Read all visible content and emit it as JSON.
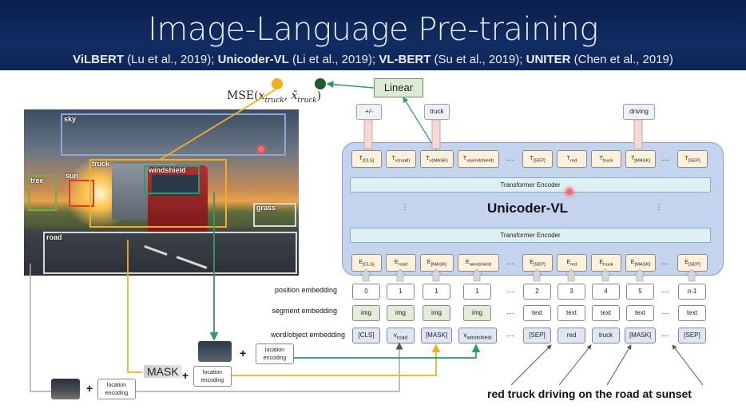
{
  "header": {
    "title": "Image-Language Pre-training",
    "refs": [
      {
        "model": "ViLBERT",
        "cite": "(Lu et al., 2019);"
      },
      {
        "model": "Unicoder-VL",
        "cite": "(Li et al., 2019);"
      },
      {
        "model": "VL-BERT",
        "cite": "(Su et al., 2019);"
      },
      {
        "model": "UNITER",
        "cite": "(Chen et al., 2019)"
      }
    ]
  },
  "image": {
    "regions": [
      "sky",
      "tree",
      "sun",
      "truck",
      "windshield",
      "grass",
      "road"
    ]
  },
  "model": {
    "name": "Unicoder-VL",
    "encoder_top": "Transformer Encoder",
    "encoder_bottom": "Transformer Encoder",
    "linear_label": "Linear",
    "mse_label": "MSE(",
    "mse_args": "x",
    "mse_sub1": "truck",
    "mse_sep": ", x̄",
    "mse_sub2": "truck",
    "mse_close": ")"
  },
  "outputs": {
    "plusminus": "+/-",
    "truck": "truck",
    "driving": "driving"
  },
  "top_tokens": [
    {
      "main": "T",
      "sub": "[CLS]"
    },
    {
      "main": "T",
      "sub": "v(road)"
    },
    {
      "main": "T",
      "sub": "v(MASK)"
    },
    {
      "main": "T",
      "sub": "v(windshield)"
    },
    {
      "main": "T",
      "sub": "[SEP]"
    },
    {
      "main": "T",
      "sub": "red"
    },
    {
      "main": "T",
      "sub": "truck"
    },
    {
      "main": "T",
      "sub": "[MASK]"
    },
    {
      "main": "T",
      "sub": "[SEP]"
    }
  ],
  "emb_tokens": [
    {
      "main": "E",
      "sub": "[CLS]"
    },
    {
      "main": "E",
      "sub": "road"
    },
    {
      "main": "E",
      "sub": "[MASK]"
    },
    {
      "main": "E",
      "sub": "windshield"
    },
    {
      "main": "E",
      "sub": "[SEP]"
    },
    {
      "main": "E",
      "sub": "red"
    },
    {
      "main": "E",
      "sub": "truck"
    },
    {
      "main": "E",
      "sub": "[MASK]"
    },
    {
      "main": "E",
      "sub": "[SEP]"
    }
  ],
  "rows": {
    "position_label": "position embedding",
    "segment_label": "segment embedding",
    "word_label": "word/object embedding",
    "position": [
      "0",
      "1",
      "1",
      "1",
      "2",
      "3",
      "4",
      "5",
      "n-1"
    ],
    "segment": [
      "img",
      "img",
      "img",
      "img",
      "text",
      "text",
      "text",
      "text",
      "text"
    ],
    "word": [
      {
        "main": "[CLS]",
        "sub": ""
      },
      {
        "main": "v",
        "sub": "road"
      },
      {
        "main": "[MASK]",
        "sub": ""
      },
      {
        "main": "v",
        "sub": "windshield"
      },
      {
        "main": "[SEP]",
        "sub": ""
      },
      {
        "main": "red",
        "sub": ""
      },
      {
        "main": "truck",
        "sub": ""
      },
      {
        "main": "[MASK]",
        "sub": ""
      },
      {
        "main": "[SEP]",
        "sub": ""
      }
    ]
  },
  "bottom": {
    "plus": "+",
    "location_encoding": "location encoding",
    "mask": "MASK",
    "sentence": "red truck driving on the road at sunset"
  },
  "misc": {
    "ellipsis": "…",
    "vdots": "⋮"
  },
  "colors": {
    "header_bg": "#0e2656",
    "token_fill": "#fdf1dc",
    "model_box": "#c4d4ee",
    "encoder_bar": "#dff0f4",
    "linear_box": "#dcecd4",
    "orange_line": "#f2b01e",
    "green_line": "#2d9a6a"
  }
}
